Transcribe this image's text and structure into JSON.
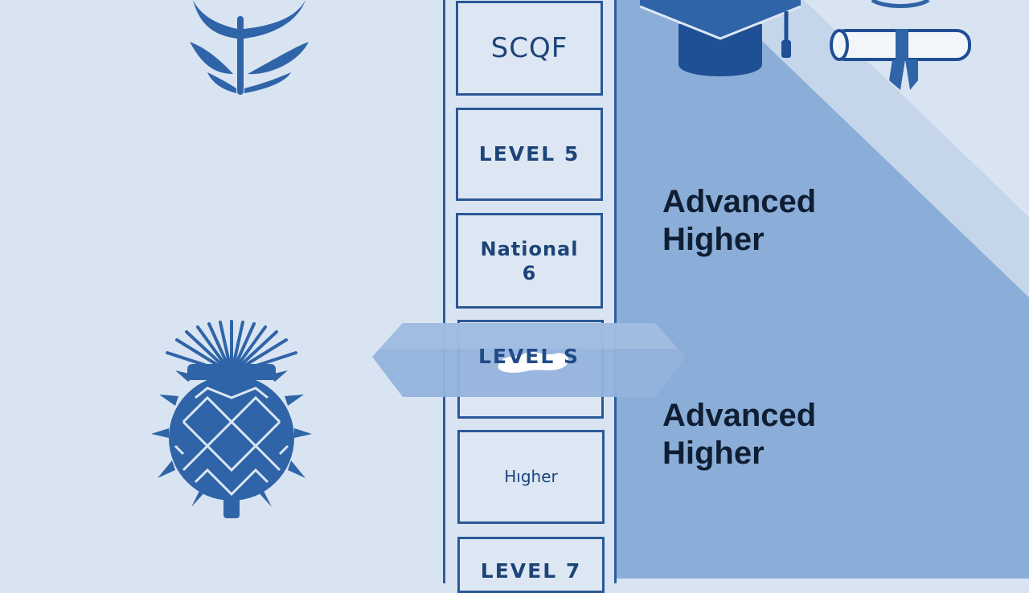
{
  "colors": {
    "background": "#d9e4f2",
    "diagonal_panel": "#8aaed8",
    "ladder_blue": "#2a5896",
    "icon_blue": "#2f64a8",
    "heading_text": "#0f1e33"
  },
  "icons": {
    "top_leaf": "thistle-leaf-icon",
    "thistle": "thistle-icon",
    "grad_cap": "graduation-cap-icon",
    "diploma": "diploma-scroll-icon",
    "medal": "medal-icon"
  },
  "ladder": {
    "levels": [
      {
        "label": "SCQF"
      },
      {
        "label": "LEVEL 5"
      },
      {
        "label": "National\n6"
      },
      {
        "label": ""
      },
      {
        "label": "Hıgher"
      },
      {
        "label": "LEVEL 7"
      }
    ],
    "banner_label": "LEVEL S"
  },
  "headings": {
    "first": "Advanced\nHigher",
    "second": "Advanced\nHigher"
  }
}
